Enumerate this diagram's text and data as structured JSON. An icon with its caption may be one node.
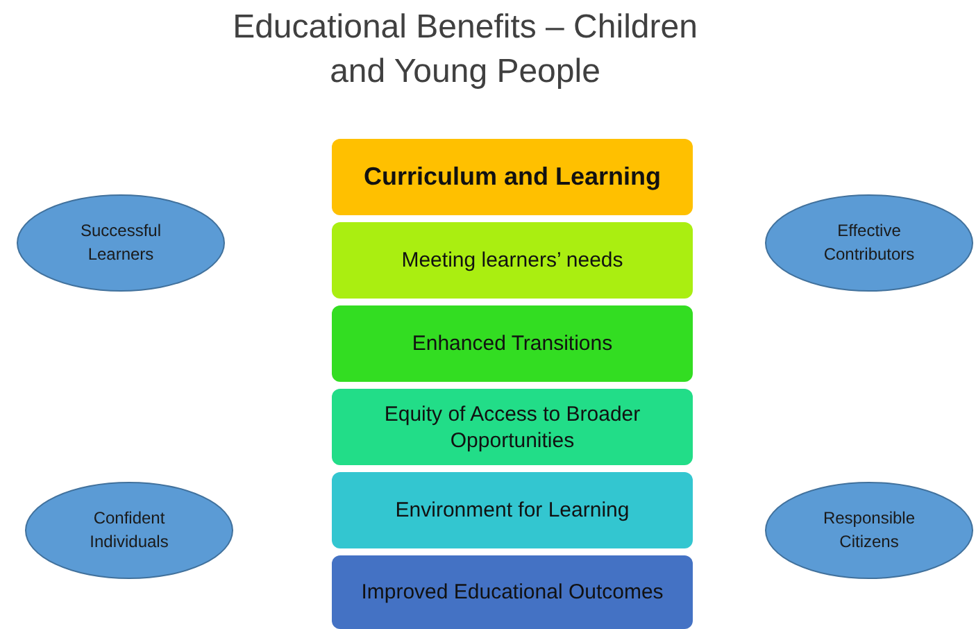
{
  "diagram": {
    "title": "Educational Benefits – Children and Young People",
    "nodes": [
      {
        "text": [
          "Curriculum and Learning"
        ]
      },
      {
        "text": [
          "Meeting learners’ needs"
        ]
      },
      {
        "text": [
          "Enhanced Transitions"
        ]
      },
      {
        "text": [
          "Equity of Access to Broader Opportunities"
        ]
      },
      {
        "text": [
          "Environment for Learning"
        ]
      },
      {
        "text": [
          "Improved Educational Outcomes"
        ]
      },
      {
        "text": [
          "Successful Learners"
        ]
      },
      {
        "text": [
          "Effective Contributors"
        ]
      },
      {
        "text": [
          "Confident Individuals"
        ]
      },
      {
        "text": [
          "Responsible Citizens"
        ]
      }
    ]
  }
}
